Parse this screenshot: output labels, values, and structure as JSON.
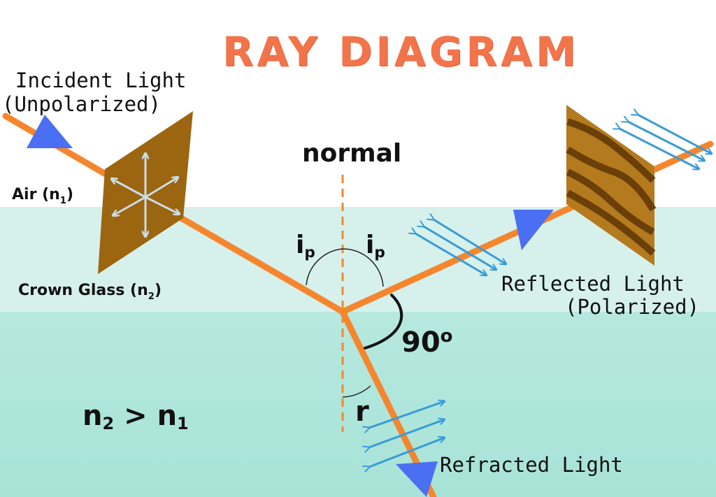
{
  "title": "RAY DIAGRAM",
  "labels": {
    "incident_line1": "Incident Light",
    "incident_line2": "(Unpolarized)",
    "normal": "normal",
    "air_name": "Air (n",
    "air_sub": "1",
    "air_close": ")",
    "glass_name": "Crown Glass (n",
    "glass_sub": "2",
    "glass_close": ")",
    "reflected_line1": "Reflected Light",
    "reflected_line2": "(Polarized)",
    "refracted": "Refracted Light",
    "right_angle_value": "90",
    "right_angle_unit": "o",
    "angle_ip_symbol": "i",
    "angle_ip_sub": "p",
    "angle_r": "r",
    "inequality_left": "n",
    "inequality_left_sub": "2",
    "inequality_op": " > ",
    "inequality_right": "n",
    "inequality_right_sub": "1"
  },
  "colors": {
    "title": "#f2744b",
    "ray": "#f5862e",
    "arrowhead": "#4a6ff2",
    "polarizer": "#9c6510",
    "polarizer_stripes": "#6a3f08",
    "vibration_arrows": "#3a9bd5",
    "star_arrows": "#c8dee8",
    "air": "#ffffff",
    "glass_light": "#d6f1ec",
    "glass_deep": "#b6e8df"
  },
  "icons": {
    "incident_arrow": "arrowhead-icon",
    "reflected_arrow": "arrowhead-icon",
    "refracted_arrow": "arrowhead-icon",
    "unpolarized_symbol": "star-arrows-icon",
    "polarized_symbol": "parallel-double-arrows-icon"
  }
}
